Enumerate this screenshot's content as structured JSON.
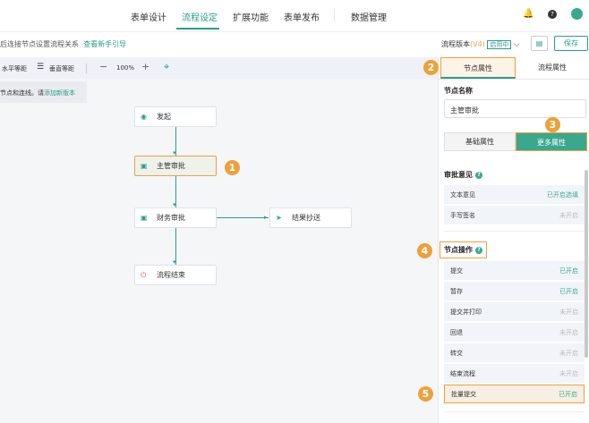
{
  "nav": {
    "items": [
      "表单设计",
      "流程设定",
      "扩展功能",
      "表单发布",
      "数据管理"
    ],
    "active": "流程设定"
  },
  "toolbar": {
    "hint": "后连接节点设置流程关系",
    "guide_link": "查看新手引导",
    "version_label": "流程版本",
    "version": "(V4)",
    "version_status": "启用中",
    "save": "保存"
  },
  "canvas_tools": {
    "horizontal": "水平等距",
    "vertical": "垂直等距",
    "zoom": "100%"
  },
  "notice": {
    "text": "节点和连线。请",
    "link": "添加新版本"
  },
  "nodes": [
    {
      "label": "发起",
      "icon": "play-icon"
    },
    {
      "label": "主管审批",
      "icon": "approve-icon"
    },
    {
      "label": "财务审批",
      "icon": "approve-icon"
    },
    {
      "label": "结果抄送",
      "icon": "send-icon"
    },
    {
      "label": "流程结束",
      "icon": "power-icon"
    }
  ],
  "panel": {
    "tabs": [
      "节点属性",
      "流程属性"
    ],
    "active_tab": "节点属性",
    "node_name_label": "节点名称",
    "node_name_value": "主管审批",
    "subtabs": [
      "基础属性",
      "更多属性"
    ],
    "active_subtab": "更多属性",
    "opinion_title": "审批意见",
    "opinion_rows": [
      {
        "label": "文本意见",
        "status": "已开启选填",
        "on": true
      },
      {
        "label": "手写签名",
        "status": "未开启",
        "on": false
      }
    ],
    "ops_title": "节点操作",
    "ops_rows": [
      {
        "label": "提交",
        "status": "已开启",
        "on": true
      },
      {
        "label": "暂存",
        "status": "已开启",
        "on": true
      },
      {
        "label": "提交并打印",
        "status": "未开启",
        "on": false
      },
      {
        "label": "回退",
        "status": "未开启",
        "on": false
      },
      {
        "label": "转交",
        "status": "未开启",
        "on": false
      },
      {
        "label": "结束流程",
        "status": "未开启",
        "on": false
      },
      {
        "label": "批量提交",
        "status": "已开启",
        "on": true
      }
    ]
  },
  "callouts": [
    "1",
    "2",
    "3",
    "4",
    "5"
  ],
  "colors": {
    "accent": "#2a9d8f",
    "highlight": "#eea03a"
  }
}
